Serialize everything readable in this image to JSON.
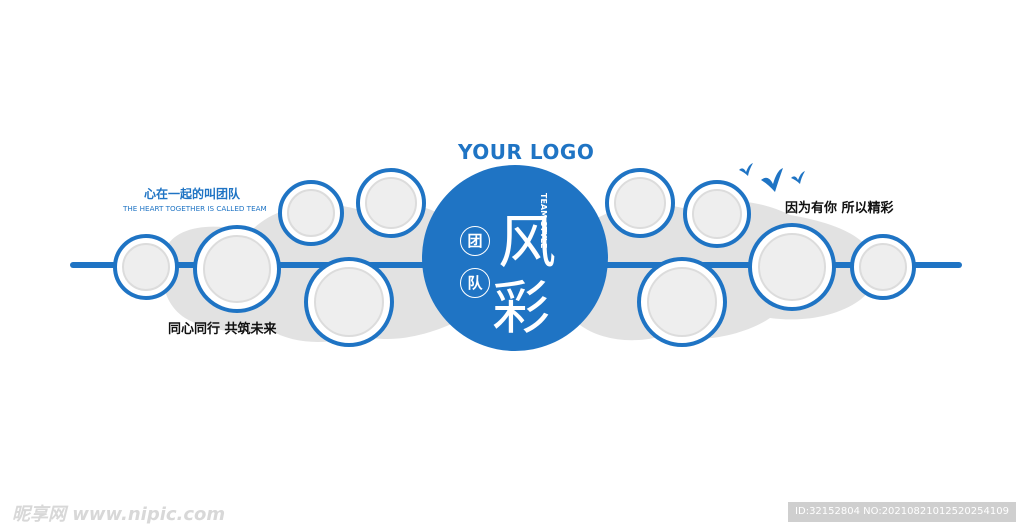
{
  "logo_text": "YOUR LOGO",
  "slogans": {
    "left_cn": "心在一起的叫团队",
    "left_en": "THE HEART TOGETHER IS CALLED TEAM",
    "left_bottom": "同心同行 共筑未来",
    "right": "因为有你 所以精彩"
  },
  "center": {
    "char_1": "团",
    "char_2": "队",
    "char_big_1": "风",
    "char_big_2": "彩",
    "en": "TEAM STYLE"
  },
  "watermark": {
    "left": "昵享网 www.nipic.com",
    "right": "ID:32152804 NO:20210821012520254109"
  },
  "colors": {
    "brand_blue": "#1f74c4",
    "cloud_gray": "#e2e2e2",
    "frame_inner": "#eeeeee"
  },
  "icons": [
    "bird-icon",
    "bird-icon",
    "bird-icon"
  ]
}
